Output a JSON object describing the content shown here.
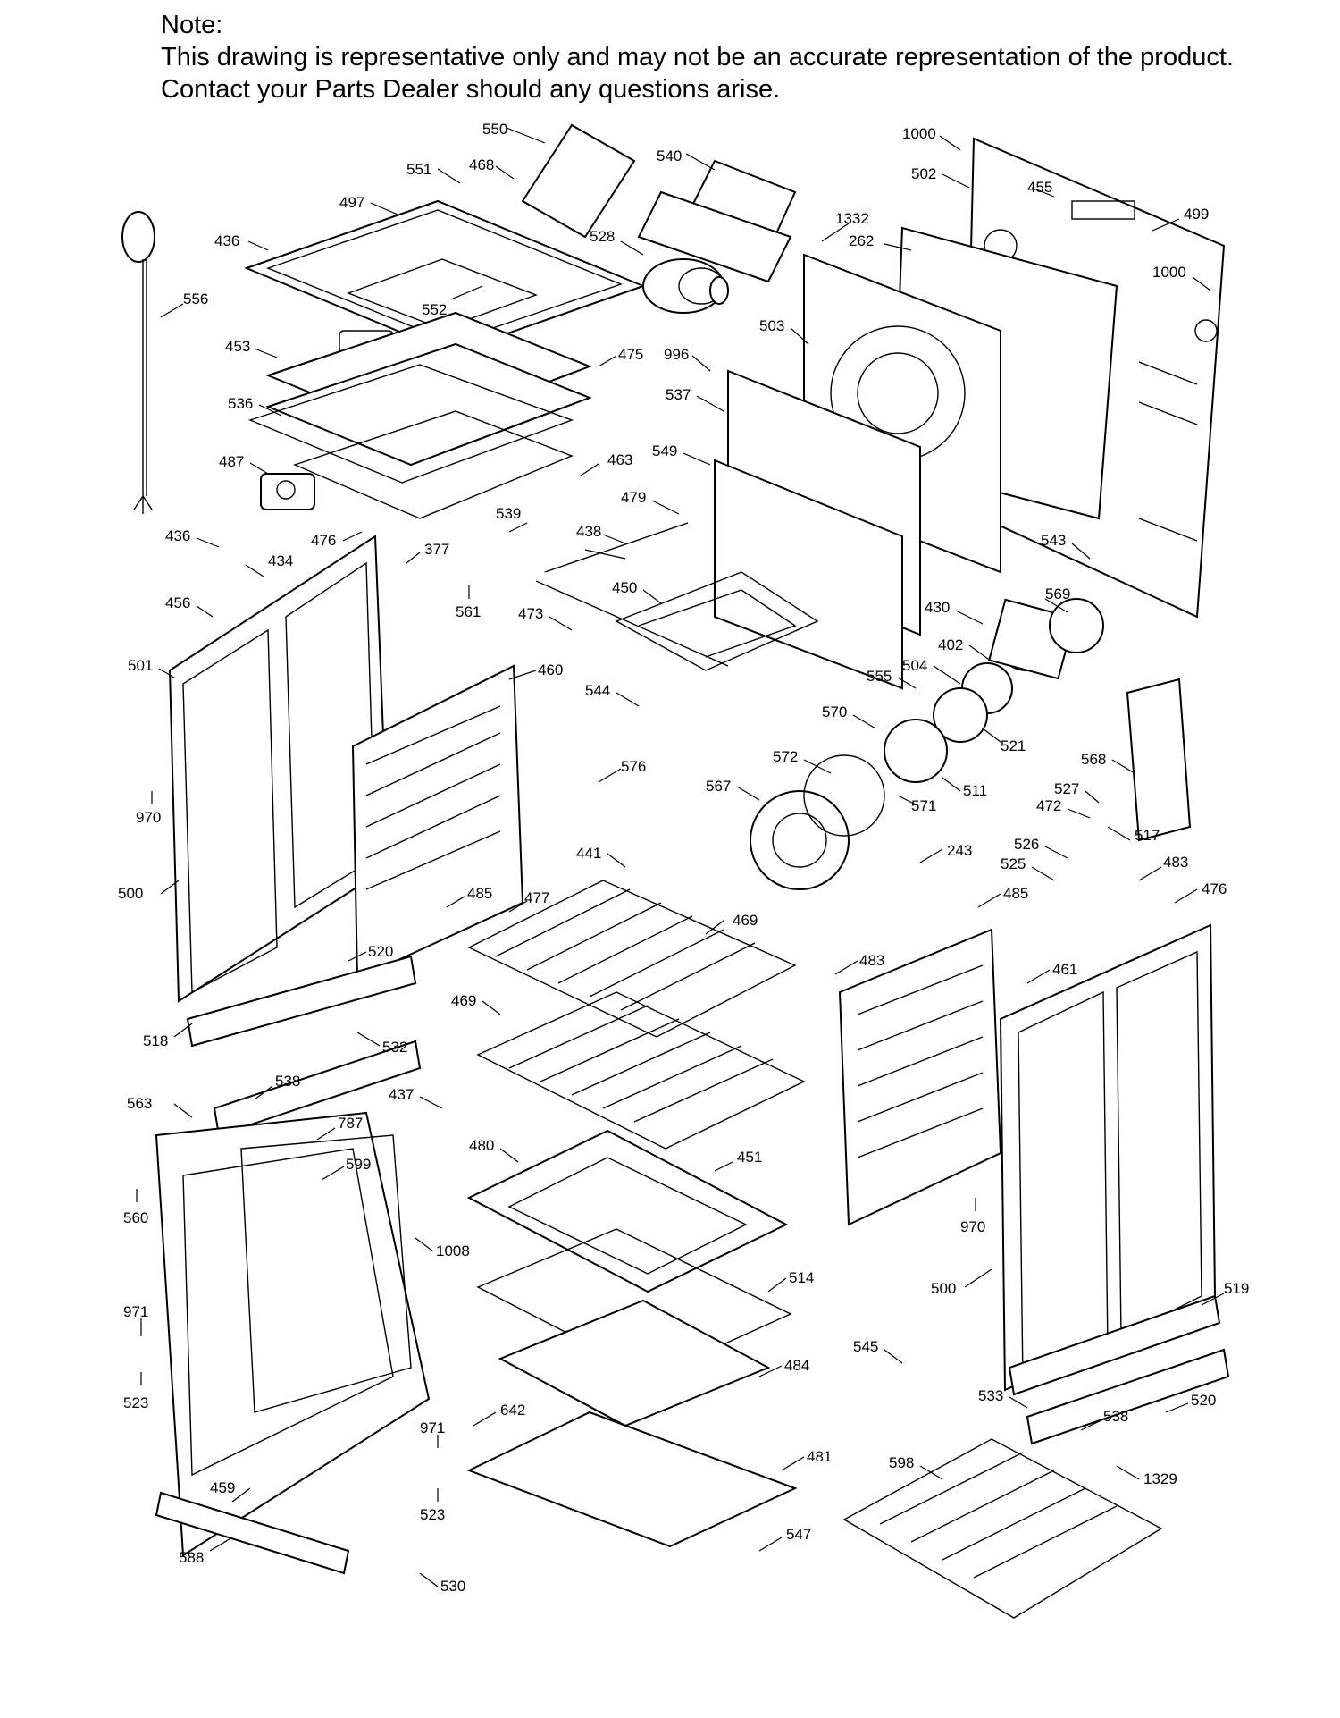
{
  "note": {
    "heading": "Note:",
    "line1": "This drawing is representative only and may not be an accurate representation of the product.",
    "line2": "Contact your Parts Dealer should any questions arise."
  },
  "callouts": [
    "550",
    "540",
    "1000",
    "551",
    "468",
    "502",
    "455",
    "497",
    "499",
    "436",
    "528",
    "1332",
    "262",
    "1000",
    "556",
    "552",
    "503",
    "453",
    "475",
    "996",
    "536",
    "537",
    "487",
    "463",
    "549",
    "479",
    "436",
    "476",
    "539",
    "438",
    "377",
    "543",
    "434",
    "561",
    "450",
    "430",
    "569",
    "456",
    "473",
    "402",
    "504",
    "501",
    "460",
    "544",
    "555",
    "521",
    "570",
    "568",
    "572",
    "576",
    "511",
    "527",
    "567",
    "571",
    "472",
    "517",
    "970",
    "441",
    "243",
    "526",
    "483",
    "525",
    "500",
    "485",
    "477",
    "469",
    "485",
    "476",
    "483",
    "461",
    "520",
    "518",
    "469",
    "532",
    "538",
    "437",
    "563",
    "787",
    "599",
    "480",
    "451",
    "560",
    "1008",
    "970",
    "500",
    "514",
    "519",
    "971",
    "545",
    "484",
    "642",
    "533",
    "538",
    "520",
    "523",
    "971",
    "481",
    "598",
    "1329",
    "459",
    "523",
    "547",
    "588",
    "530"
  ]
}
